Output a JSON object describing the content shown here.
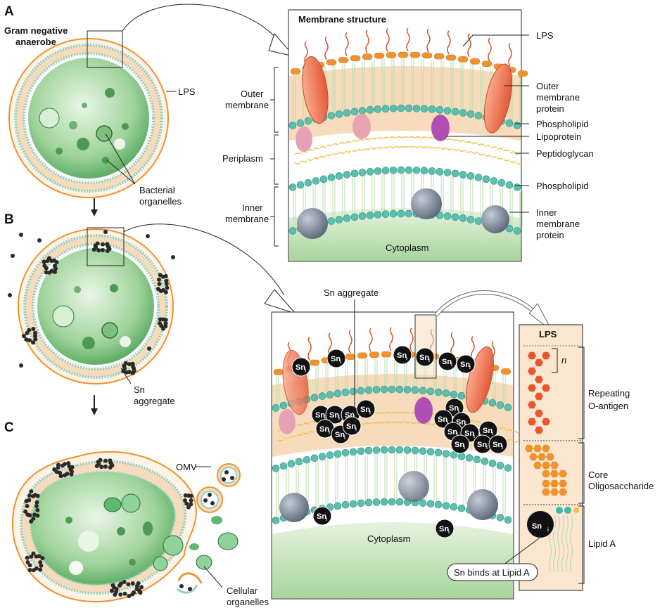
{
  "panels": {
    "a": "A",
    "b": "B",
    "c": "C"
  },
  "panel_a": {
    "cell_title_1": "Gram negative",
    "cell_title_2": "anaerobe",
    "lps": "LPS",
    "organelles_1": "Bacterial",
    "organelles_2": "organelles"
  },
  "membrane": {
    "title": "Membrane structure",
    "lps": "LPS",
    "outer_1": "Outer",
    "outer_2": "membrane",
    "periplasm": "Periplasm",
    "inner_1": "Inner",
    "inner_2": "membrane",
    "omp_1": "Outer",
    "omp_2": "membrane",
    "omp_3": "protein",
    "phospholipid_outer": "Phospholipid",
    "lipoprotein": "Lipoprotein",
    "peptidoglycan": "Peptidoglycan",
    "phospholipid_inner": "Phospholipid",
    "imp_1": "Inner",
    "imp_2": "membrane",
    "imp_3": "protein",
    "cytoplasm": "Cytoplasm"
  },
  "panel_b": {
    "sn_1": "Sn",
    "sn_2": "aggregate",
    "zoom_sn_aggregate": "Sn aggregate",
    "cytoplasm": "Cytoplasm",
    "sn_symbol": "Sn",
    "sn_sub": "i"
  },
  "lps_panel": {
    "title": "LPS",
    "n": "n",
    "oantigen_1": "Repeating",
    "oantigen_2": "O-antigen",
    "core_1": "Core",
    "core_2": "Oligosaccharide",
    "lipid_a": "Lipid A",
    "binds": "Sn binds at Lipid A"
  },
  "panel_c": {
    "omv": "OMV",
    "cellular_1": "Cellular",
    "cellular_2": "organelles"
  },
  "colors": {
    "lps_orange": "#f0922e",
    "oantigen_red": "#e8572f",
    "core_orange": "#f0922e",
    "phospholipid_teal": "#5cbfae",
    "periplasm_peach": "#f6dcbc",
    "cytoplasm_green": "#bfe0b6",
    "sn_black": "#111111",
    "lps_box": "#fbe6cf"
  }
}
